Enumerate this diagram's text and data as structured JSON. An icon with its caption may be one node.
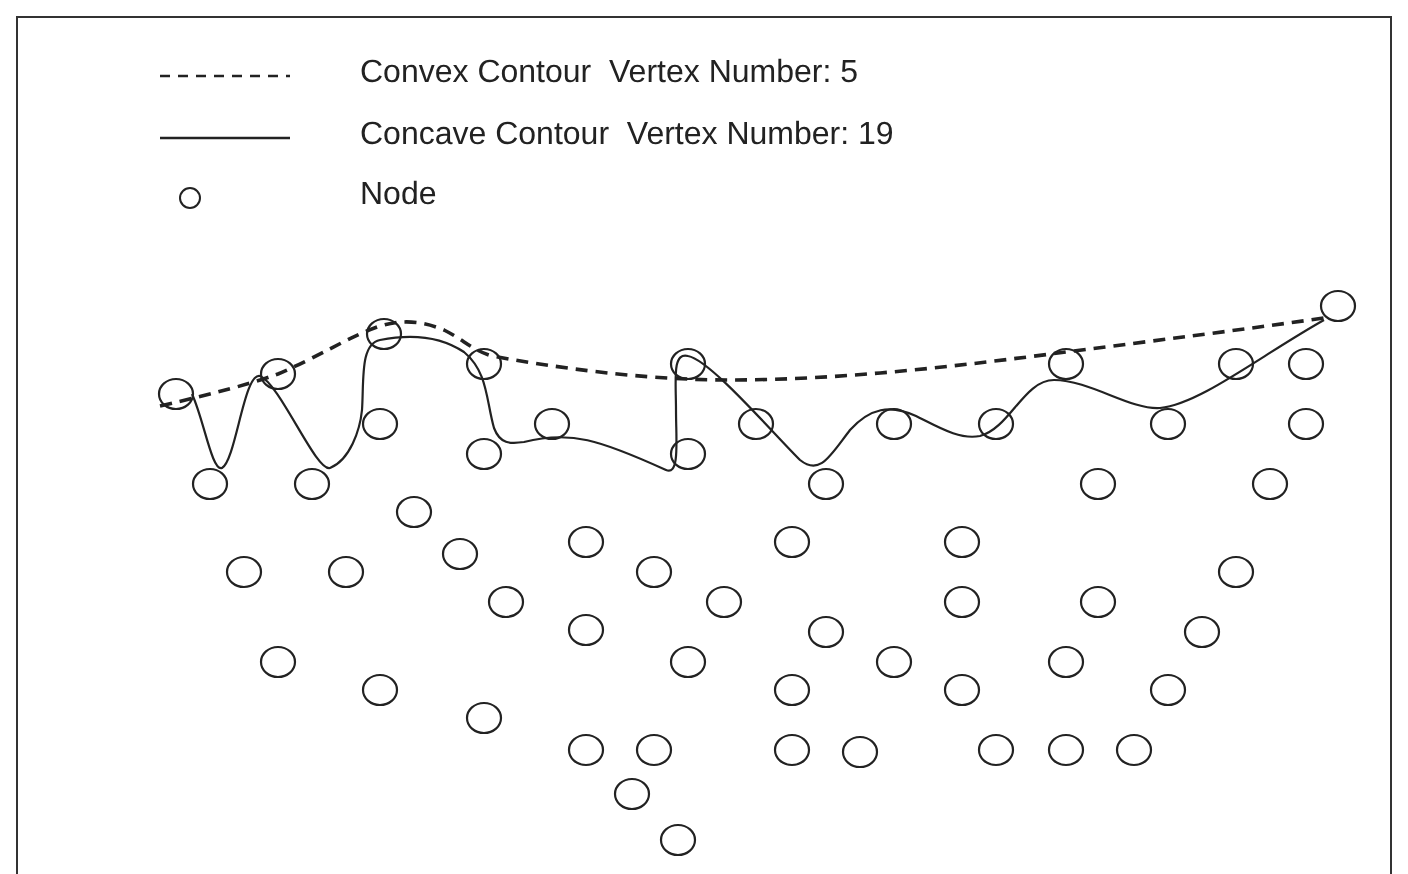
{
  "diagram": {
    "legend": [
      {
        "text": "Convex Contour  Vertex Number: 5"
      },
      {
        "text": "Concave Contour  Vertex Number: 19"
      },
      {
        "text": "Node"
      }
    ]
  }
}
